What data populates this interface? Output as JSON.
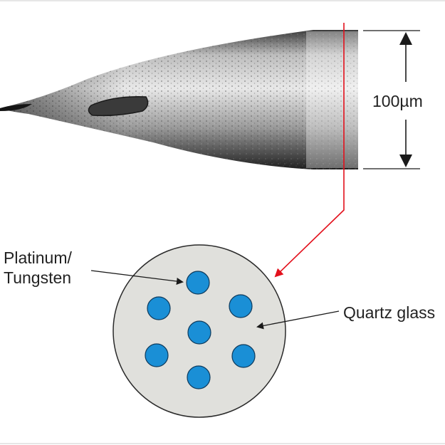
{
  "labels": {
    "dimension": "100µm",
    "metal_line1": "Platinum/",
    "metal_line2": "Tungsten",
    "glass": "Quartz glass"
  },
  "colors": {
    "background": "#ffffff",
    "frame_line": "#e6e6e6",
    "tip_light": "#d9d9d9",
    "tip_mid": "#8c8c8c",
    "tip_dark": "#2b2b2b",
    "section_line": "#e3101c",
    "cross_section_fill": "#e0e0dc",
    "cross_section_stroke": "#2a2a2a",
    "fiber_fill": "#1a8fd6",
    "fiber_stroke": "#0e3a5c",
    "arrow": "#1a1a1a",
    "text": "#222222"
  },
  "cross_section": {
    "fiber_count": 7
  }
}
